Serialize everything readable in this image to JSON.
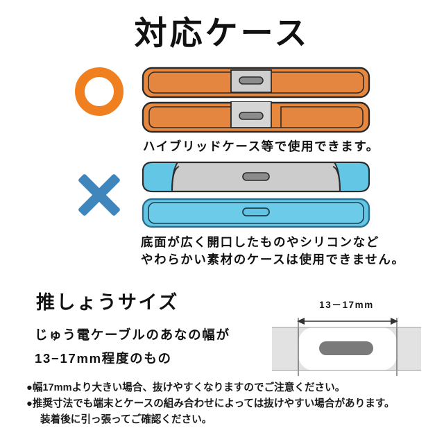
{
  "title": "対応ケース",
  "ok_section": {
    "mark": "circle-ok-mark",
    "caption": "ハイブリッドケース等で使用できます。",
    "cases": [
      {
        "name": "hybrid-case-with-port-window",
        "shell_color": "#E8883F",
        "port_plate_color": "#CFCFCF"
      },
      {
        "name": "hybrid-case-with-notch-cutout",
        "shell_color": "#E8883F",
        "port_plate_color": "#D5D5D5"
      }
    ]
  },
  "ng_section": {
    "mark": "cross-ng-mark",
    "caption_line1": "底面が広く開口したものやシリコンなど",
    "caption_line2": "やわらかい素材のケースは使用できません。",
    "cases": [
      {
        "name": "wide-open-bottom-case",
        "shell_color": "#63C6E4",
        "exposed_body_color": "#CCCCCC"
      },
      {
        "name": "silicone-soft-case",
        "shell_color": "#63C6E4",
        "port_hole_color": "#62C4E2"
      }
    ]
  },
  "size_section": {
    "heading": "推しょうサイズ",
    "body_line1": "じゅう電ケーブルのあなの幅が",
    "body_line2": "13−17mm程度のもの",
    "diagram": {
      "dimension_label": "13－17mm",
      "case_band_color": "#E2E2E2",
      "cutout_color": "#FFFFFF",
      "connector_color": "#7A7A7A"
    }
  },
  "notes": [
    "●幅17mmより大きい場合、抜けやすくなりますのでご注意ください。",
    "●推奨寸法でも端末とケースの組み合わせによっては抜けやすい場合があります。",
    "装着後に引っ張ってご確認ください。"
  ],
  "colors": {
    "ok_mark": "#F0801F",
    "ng_mark": "#3E86BB",
    "orange_case": "#E8883F",
    "blue_case": "#63C6E4",
    "gray_port": "#CFCFCF",
    "text": "#111111"
  }
}
